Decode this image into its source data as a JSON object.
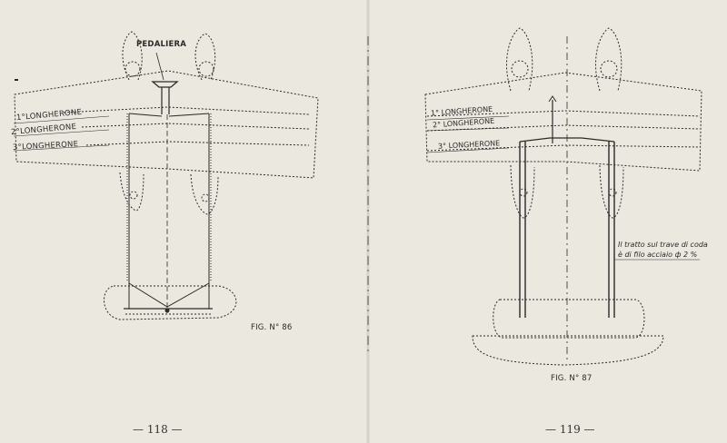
{
  "left_page": {
    "labels": {
      "pedaliera": "PEDALIERA",
      "spar1": "1°LONGHERONE",
      "spar2": "2°LONGHERONE",
      "spar3": "3°LONGHERONE"
    },
    "figure_caption": "FIG. N° 86",
    "page_number": "— 118 —"
  },
  "right_page": {
    "labels": {
      "spar1": "1° LONGHERONE",
      "spar2": "2° LONGHERONE",
      "spar3": "3° LONGHERONE"
    },
    "note_line1": "Il tratto sul trave di coda",
    "note_line2": "è di filo acciaio ф 2 %",
    "figure_caption": "FIG. N° 87",
    "page_number": "— 119 —"
  },
  "colors": {
    "paper": "#ebe8df",
    "ink": "#2a2a2a"
  }
}
